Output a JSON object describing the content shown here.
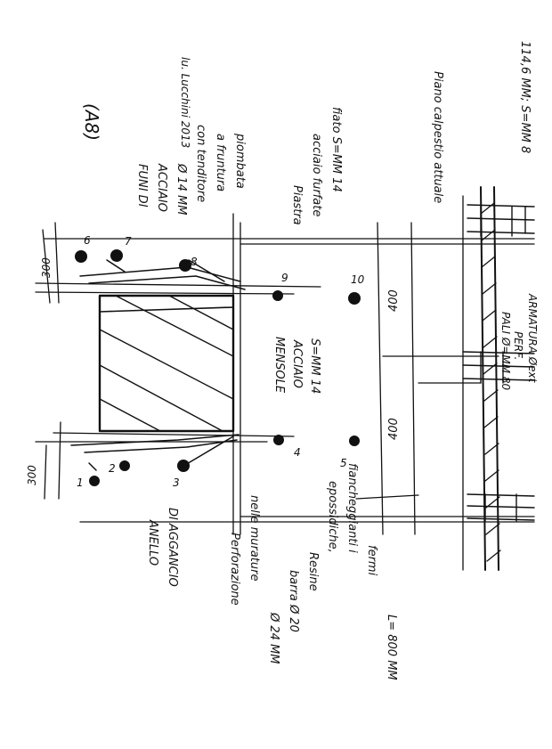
{
  "sheet_id": "(A8)",
  "signature": "lu. Lucchini 2013",
  "labels": {
    "pile_top": "Piano calpestio attuale",
    "pile_bottom": "114,6 MM; S=MM 8",
    "cables": [
      "FUNI DI",
      "ACCIAIO",
      "Ø 14 MM",
      "con tenditore",
      "a fruntura",
      "piombata"
    ],
    "plates": [
      "Piastra",
      "acciaio furfate",
      "fiato S=MM 14"
    ],
    "brackets": [
      "MENSOLE",
      "ACCIAIO",
      "S=MM 14"
    ],
    "ring": [
      "ANELLO",
      "DI AGGANCIO"
    ],
    "perforation": [
      "Perforazione",
      "nelle murature",
      "Ø 24 MM",
      "barra Ø 20",
      "Resine",
      "epossidiche,",
      "fiancheggianti i",
      "fermi",
      "L= 800 MM"
    ],
    "piles": [
      "PALI Ø=MM 80",
      "PERF.",
      "ARMATURA Øext"
    ],
    "dim_top": "300",
    "dim_bottom": "300",
    "dim_right": "400",
    "dim_left": "400"
  },
  "anchors": [
    "1",
    "2",
    "3",
    "4",
    "5",
    "6",
    "7",
    "8",
    "9",
    "10"
  ]
}
